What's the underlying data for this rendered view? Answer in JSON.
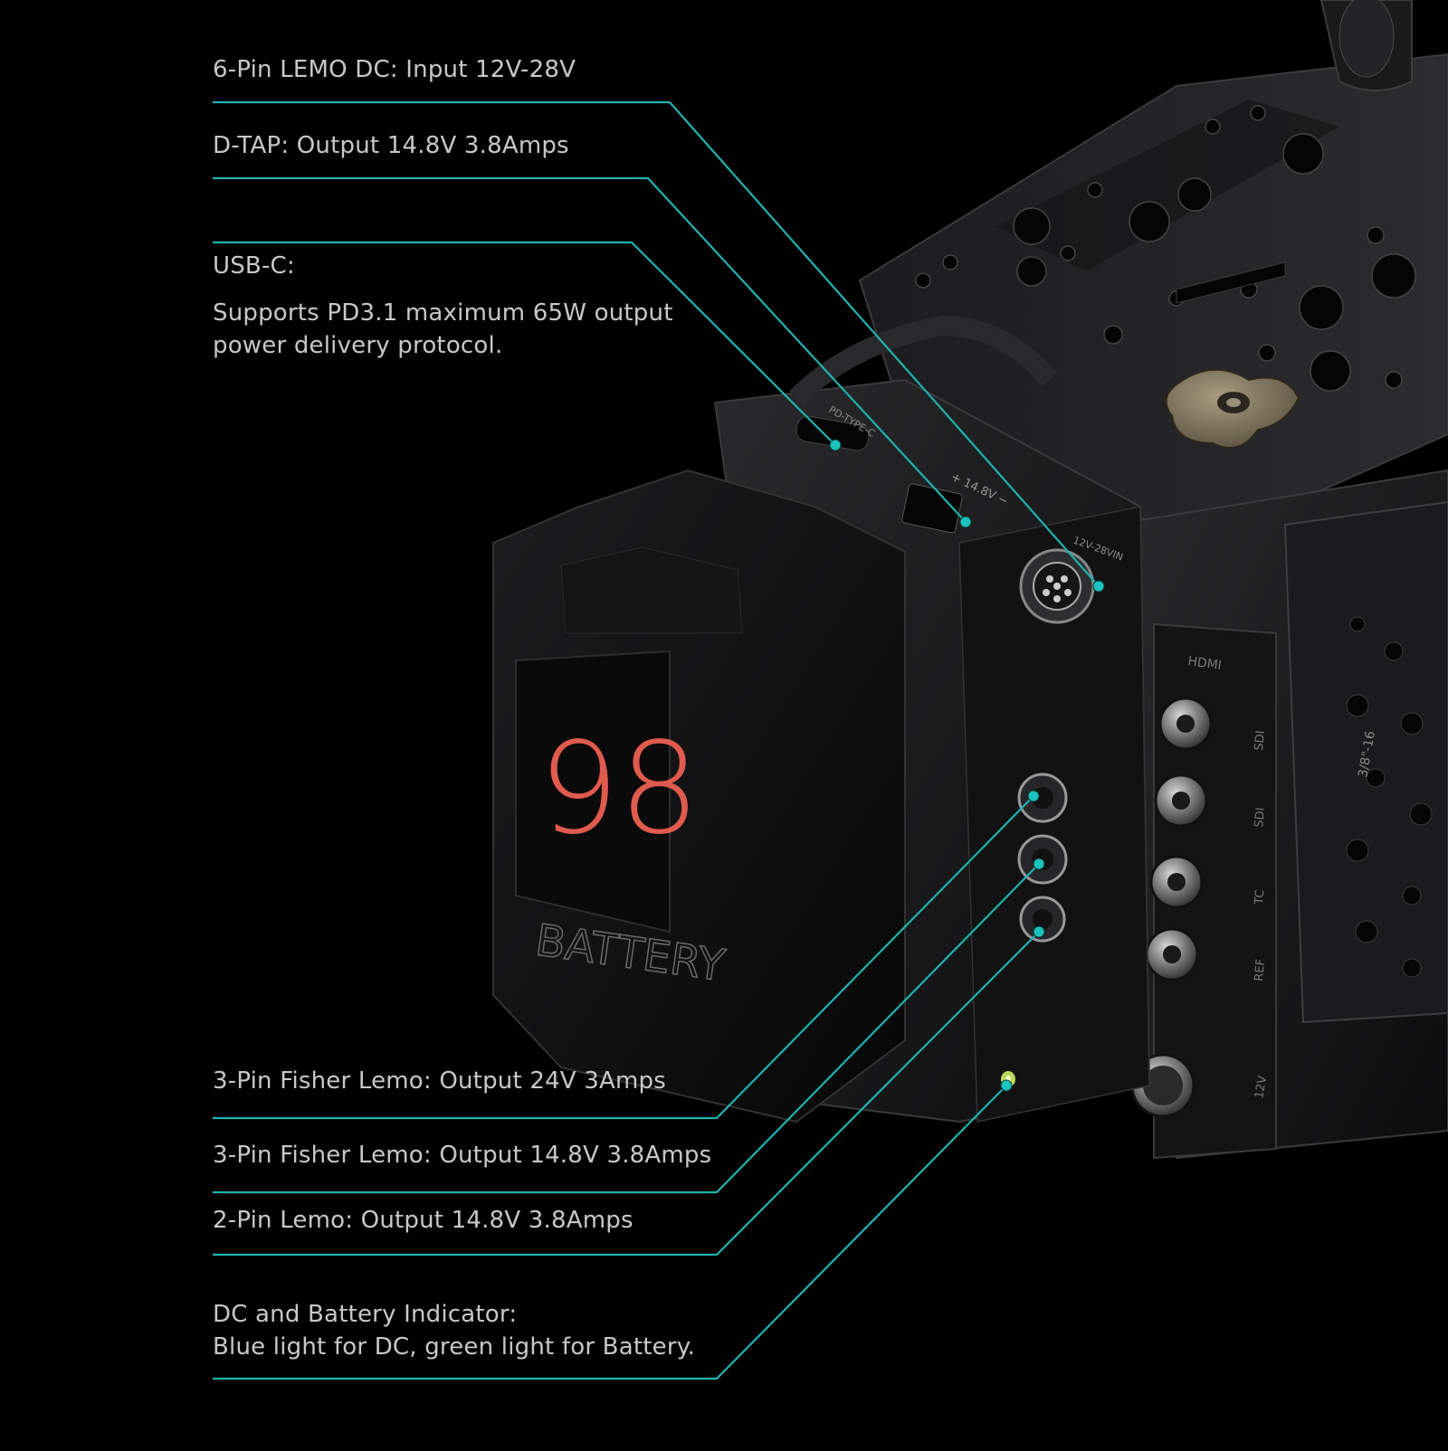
{
  "theme": {
    "background": "#000000",
    "accent": "#1fb3ad",
    "text": "#c8c8c8",
    "display_digits": "#e05a4e"
  },
  "callouts": [
    {
      "id": "lemo-6pin",
      "lines": [
        "6-Pin LEMO DC: Input 12V-28V"
      ]
    },
    {
      "id": "dtap",
      "lines": [
        "D-TAP: Output 14.8V 3.8Amps"
      ]
    },
    {
      "id": "usb-c",
      "lines": [
        "USB-C:",
        "Supports PD3.1 maximum 65W output",
        "power delivery protocol."
      ]
    },
    {
      "id": "fisher-24v",
      "lines": [
        "3-Pin Fisher Lemo: Output 24V 3Amps"
      ]
    },
    {
      "id": "fisher-148v",
      "lines": [
        "3-Pin Fisher Lemo: Output 14.8V 3.8Amps"
      ]
    },
    {
      "id": "lemo-2pin",
      "lines": [
        "2-Pin Lemo: Output 14.8V 3.8Amps"
      ]
    },
    {
      "id": "indicator",
      "lines": [
        "DC and Battery Indicator:",
        "Blue light for DC, green light for Battery."
      ]
    }
  ],
  "device": {
    "battery_display": "98",
    "battery_brand": "BATTERY",
    "port_labels": {
      "usb": "PD-TYPE-C",
      "dtap": "+ 14.8V −",
      "dc_in": "12V-28VIN",
      "hdmi": "HDMI",
      "sdi1": "SDI",
      "sdi2": "SDI",
      "tc": "TC",
      "ref": "REF",
      "power12": "12V",
      "thread": "3/8\"-16"
    }
  }
}
